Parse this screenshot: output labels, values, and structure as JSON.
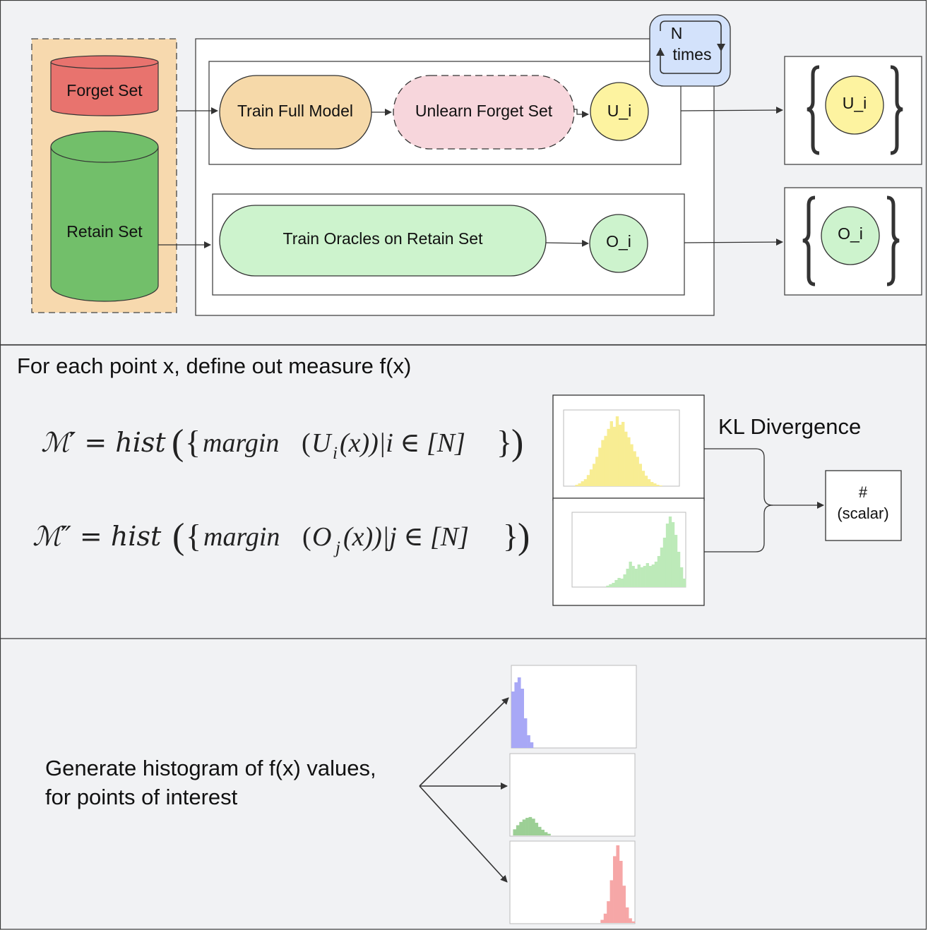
{
  "pipeline": {
    "forget_set_label": "Forget Set",
    "retain_set_label": "Retain Set",
    "train_full_model_label": "Train Full Model",
    "unlearn_forget_set_label": "Unlearn Forget Set",
    "unlearned_model_label": "U_i",
    "train_oracles_label": "Train Oracles on Retain Set",
    "oracle_model_label": "O_i",
    "repeat_label_line1": "N",
    "repeat_label_line2": "times",
    "unlearned_set_label": "U_i",
    "oracle_set_label": "O_i"
  },
  "measure": {
    "intro": "For each point x, define out measure f(x)",
    "formula_unlearned": {
      "lhs": "ℳ′ = hist",
      "margin": "margin",
      "model": "U",
      "index": "i",
      "tail": "(x))|i ∈ [N]"
    },
    "formula_oracle": {
      "lhs": "ℳ″ = hist",
      "margin": "margin",
      "model": "O",
      "index": "j",
      "tail": "(x))|j ∈ [N]"
    },
    "kl_label": "KL Divergence",
    "scalar_symbol": "#",
    "scalar_label": "(scalar)"
  },
  "summary": {
    "line1": "Generate histogram of f(x) values,",
    "line2": "for points of interest"
  },
  "colors": {
    "panel_bg": "#f1f2f4",
    "forget_red": "#e8736e",
    "retain_green": "#72bf6a",
    "dataset_bg": "#f7d9ae",
    "train_full_orange": "#f6d9a9",
    "unlearn_pink": "#f7d6dc",
    "unlearned_yellow": "#fdf3a0",
    "oracle_green": "#cdf3cd",
    "repeat_blue": "#d3e2fb",
    "hist_yellow": "#f8ed93",
    "hist_green": "#bdeab9",
    "hist_blue": "#a8a8f6",
    "hist_green_dark": "#9ccf95",
    "hist_red": "#f6a7a7"
  },
  "histograms": {
    "unlearned": [
      0,
      0,
      0,
      0,
      0.02,
      0.04,
      0.07,
      0.1,
      0.16,
      0.24,
      0.32,
      0.42,
      0.55,
      0.66,
      0.72,
      0.82,
      0.93,
      0.85,
      1.0,
      0.88,
      0.92,
      0.78,
      0.7,
      0.6,
      0.5,
      0.42,
      0.32,
      0.22,
      0.15,
      0.1,
      0.06,
      0.04,
      0.02,
      0.01,
      0,
      0,
      0,
      0,
      0,
      0
    ],
    "oracle": [
      0,
      0,
      0,
      0,
      0,
      0,
      0,
      0,
      0,
      0,
      0,
      0,
      0.02,
      0.04,
      0.06,
      0.1,
      0.13,
      0.12,
      0.18,
      0.26,
      0.36,
      0.3,
      0.26,
      0.32,
      0.28,
      0.3,
      0.34,
      0.3,
      0.32,
      0.36,
      0.44,
      0.56,
      0.7,
      0.9,
      1.0,
      0.92,
      0.74,
      0.5,
      0.28,
      0.12
    ],
    "group_a": [
      0.8,
      0.93,
      1.0,
      0.84,
      0.42,
      0.18,
      0.08,
      0,
      0,
      0,
      0,
      0,
      0,
      0,
      0,
      0,
      0,
      0,
      0,
      0,
      0,
      0,
      0,
      0,
      0,
      0,
      0,
      0,
      0,
      0,
      0,
      0,
      0,
      0,
      0,
      0,
      0,
      0,
      0,
      0
    ],
    "group_b": [
      0,
      0.3,
      0.5,
      0.66,
      0.78,
      0.86,
      0.9,
      0.82,
      0.62,
      0.42,
      0.28,
      0.16,
      0.08,
      0,
      0,
      0,
      0,
      0,
      0,
      0,
      0,
      0,
      0,
      0,
      0,
      0,
      0,
      0,
      0,
      0,
      0,
      0,
      0,
      0,
      0,
      0,
      0,
      0,
      0,
      0
    ],
    "group_c": [
      0,
      0,
      0,
      0,
      0,
      0,
      0,
      0,
      0,
      0,
      0,
      0,
      0,
      0,
      0,
      0,
      0,
      0,
      0,
      0,
      0,
      0,
      0,
      0,
      0,
      0,
      0,
      0,
      0,
      0.04,
      0.12,
      0.28,
      0.55,
      0.86,
      1.0,
      0.8,
      0.48,
      0.2,
      0.06,
      0.02
    ]
  }
}
